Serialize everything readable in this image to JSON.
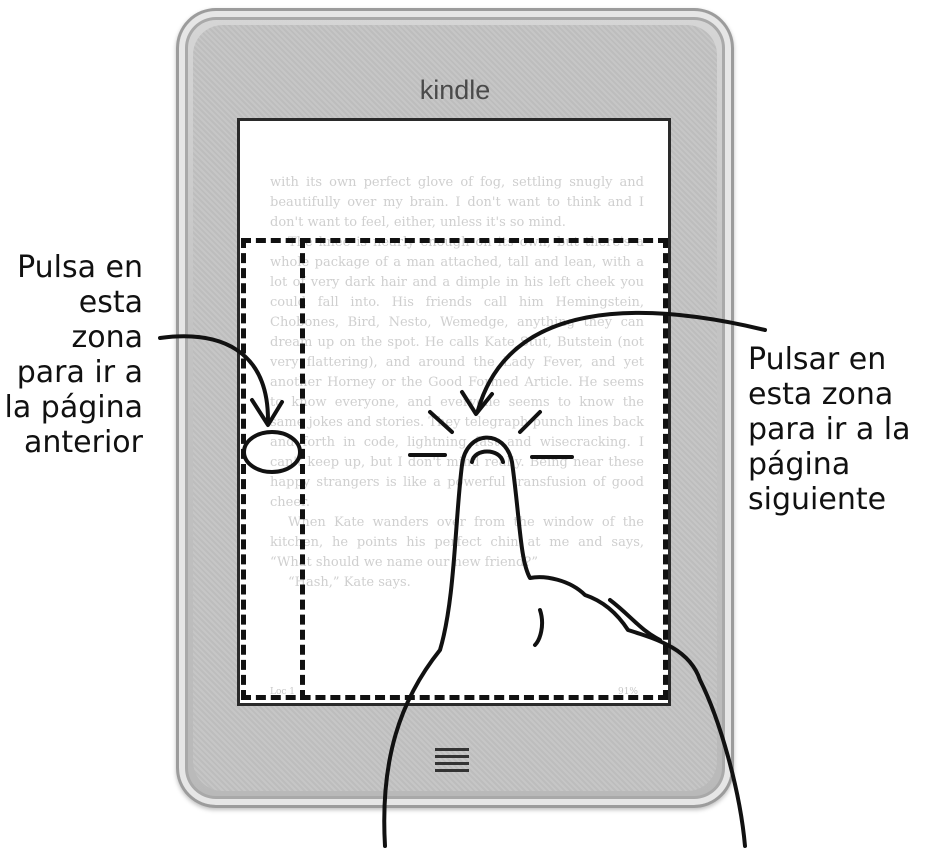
{
  "device": {
    "brand": "kindle"
  },
  "book": {
    "paragraphs": [
      "with its own perfect glove of fog, settling snugly and beautifully over my brain. I don't want to think and I don't want to feel, either, unless it's so mind.",
      "The knee is nearly enough on its own, but there's a whole package of a man attached, tall and lean, with a lot of very dark hair and a dimple in his left cheek you could fall into. His friends call him Hemingstein, Chobones, Bird, Nesto, Wemedge, anything they can dream up on the spot. He calls Kate Stut, Butstein (not very flattering), and around the Lady Fever, and yet another Horney or the Good Formed Article. He seems to know everyone, and everyone seems to know the same jokes and stories. They telegraph punch lines back and forth in code, lightning fast and wisecracking. I can't keep up, but I don't mind really. Being near these happy strangers is like a powerful transfusion of good cheer.",
      "When Kate wanders over from the window of the kitchen, he points his perfect chin at me and says, “What should we name our new friend?”",
      "“Hash,” Kate says."
    ],
    "loc_left": "Loc 1",
    "loc_right": "91%"
  },
  "annotations": {
    "prev": "Pulsa en\nesta\nzona\npara ir a\nla página\nanterior",
    "next": "Pulsar en\nesta zona\npara ir a la\npágina\nsiguiente"
  },
  "colors": {
    "ink": "#111111",
    "bezel": "#c3c3c3",
    "screen": "#ffffff"
  },
  "icons": [
    "home-menu-icon",
    "tap-gesture-icon"
  ]
}
